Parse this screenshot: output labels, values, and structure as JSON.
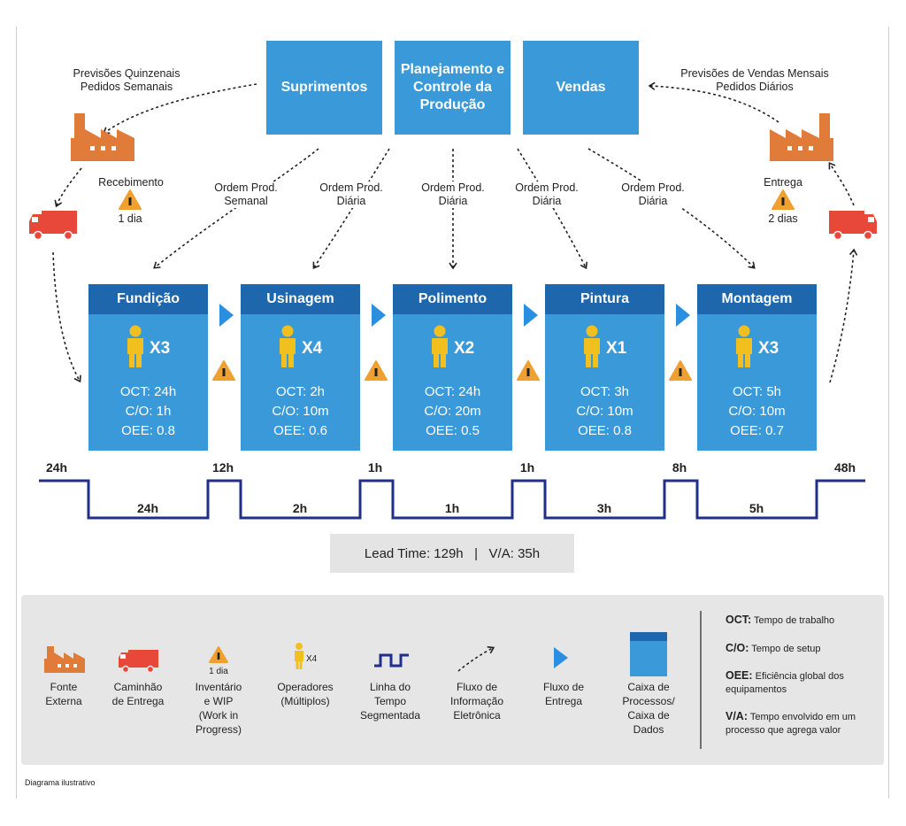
{
  "top_boxes": {
    "suprimentos": "Suprimentos",
    "planejamento": "Planejamento e Controle da Produção",
    "vendas": "Vendas"
  },
  "left_notes": {
    "forecast_line1": "Previsões Quinzenais",
    "forecast_line2": "Pedidos Semanais",
    "recebimento": "Recebimento",
    "recebimento_time": "1 dia"
  },
  "right_notes": {
    "forecast_line1": "Previsões de Vendas Mensais",
    "forecast_line2": "Pedidos Diários",
    "entrega": "Entrega",
    "entrega_time": "2 dias"
  },
  "orders": [
    {
      "line1": "Ordem Prod.",
      "line2": "Semanal"
    },
    {
      "line1": "Ordem Prod.",
      "line2": "Diária"
    },
    {
      "line1": "Ordem Prod.",
      "line2": "Diária"
    },
    {
      "line1": "Ordem Prod.",
      "line2": "Diária"
    },
    {
      "line1": "Ordem Prod.",
      "line2": "Diária"
    }
  ],
  "processes": [
    {
      "name": "Fundição",
      "operators": "X3",
      "oct": "OCT: 24h",
      "co": "C/O: 1h",
      "oee": "OEE: 0.8"
    },
    {
      "name": "Usinagem",
      "operators": "X4",
      "oct": "OCT: 2h",
      "co": "C/O: 10m",
      "oee": "OEE: 0.6"
    },
    {
      "name": "Polimento",
      "operators": "X2",
      "oct": "OCT: 24h",
      "co": "C/O: 20m",
      "oee": "OEE: 0.5"
    },
    {
      "name": "Pintura",
      "operators": "X1",
      "oct": "OCT: 3h",
      "co": "C/O: 10m",
      "oee": "OEE: 0.8"
    },
    {
      "name": "Montagem",
      "operators": "X3",
      "oct": "OCT: 5h",
      "co": "C/O: 10m",
      "oee": "OEE: 0.7"
    }
  ],
  "timeline": {
    "wait_labels": [
      "24h",
      "12h",
      "1h",
      "1h",
      "8h",
      "48h"
    ],
    "process_labels": [
      "24h",
      "2h",
      "1h",
      "3h",
      "5h"
    ]
  },
  "lead_time": "Lead Time: 129h   |   V/A: 35h",
  "legend": {
    "fonte": "Fonte\nExterna",
    "caminhao": "Caminhão\nde Entrega",
    "wip_time": "1 dia",
    "wip": "Inventário\ne WIP\n(Work in\nProgress)",
    "operators_count": "X4",
    "operadores": "Operadores\n(Múltiplos)",
    "linha": "Linha do\nTempo\nSegmentada",
    "fluxo_info": "Fluxo de\nInformação\nEletrônica",
    "fluxo_entrega": "Fluxo de\nEntrega",
    "caixa": "Caixa de\nProcessos/\nCaixa de\nDados"
  },
  "definitions": [
    {
      "term": "OCT:",
      "text": "Tempo de trabalho"
    },
    {
      "term": "C/O:",
      "text": "Tempo de setup"
    },
    {
      "term": "OEE:",
      "text": "Eficiência global dos equipamentos"
    },
    {
      "term": "V/A:",
      "text": "Tempo envolvido em um processo que agrega valor"
    }
  ],
  "caption": "Diagrama ilustrativo",
  "colors": {
    "box_blue": "#3a9ad9",
    "header_blue": "#1f67ad",
    "timeline": "#1f2f8a",
    "factory": "#e07b39",
    "truck": "#e8483a",
    "warning": "#f0a030",
    "operator": "#f2c01e"
  }
}
